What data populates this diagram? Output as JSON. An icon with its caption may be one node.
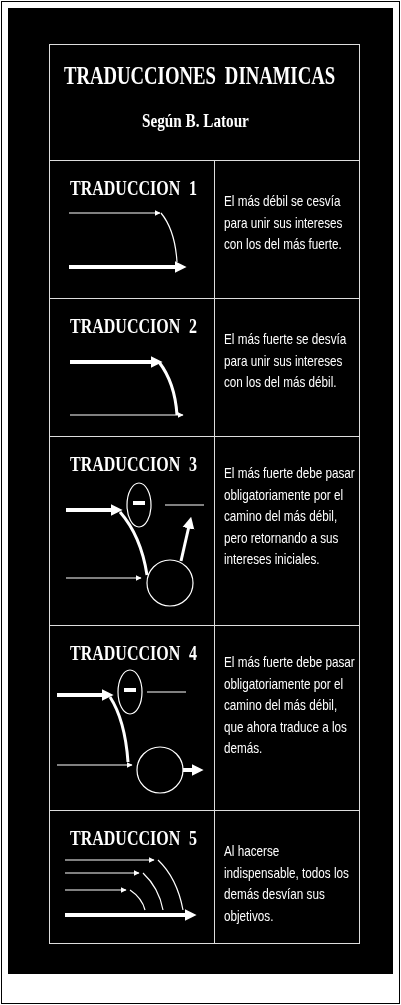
{
  "diagram": {
    "title": "TRADUCCIONES DINAMICAS",
    "labels": [
      "Según B. Latour",
      "TRADUCCION 1",
      "El más débil se cesvía para unir sus intereses con los del más fuerte.",
      "TRADUCCION 2",
      "El más fuerte se desvía para unir sus intereses con los del más débil.",
      "TRADUCCION 3",
      "El más fuerte debe pasar obligatoriamente por el camino del más débil, pero retornando a sus intereses iniciales.",
      "TRADUCCION 4",
      "El más fuerte debe pasar obligatoriamente por el camino del más débil, que ahora traduce a los demás.",
      "TRADUCCION 5",
      "Al hacerse indispensable, todos los demás desvían sus objetivos."
    ]
  }
}
